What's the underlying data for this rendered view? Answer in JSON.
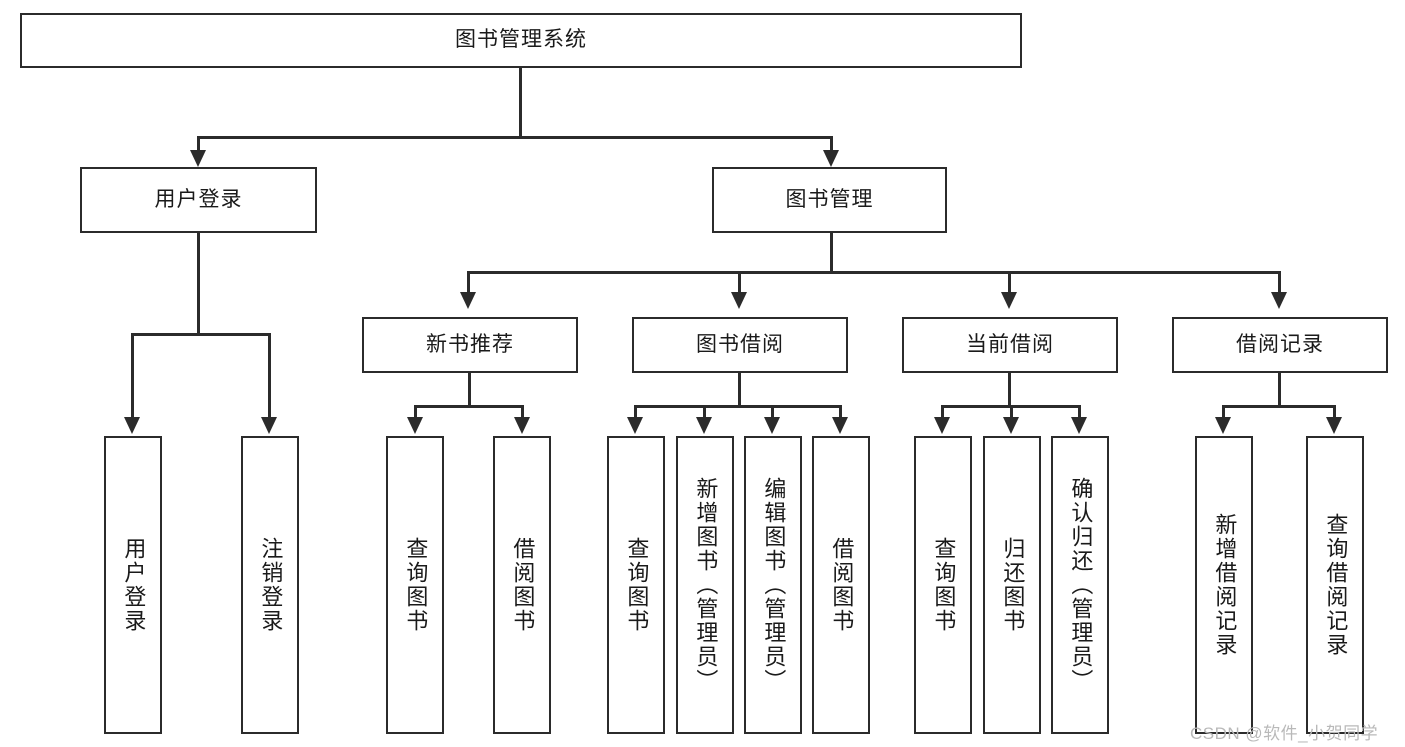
{
  "diagram": {
    "title": "图书管理系统",
    "type": "hierarchy-tree",
    "root": {
      "id": "root",
      "label": "图书管理系统"
    },
    "level2": [
      {
        "id": "user-login",
        "label": "用户登录"
      },
      {
        "id": "book-manage",
        "label": "图书管理"
      }
    ],
    "level3": [
      {
        "id": "new-book-rec",
        "label": "新书推荐"
      },
      {
        "id": "book-borrow",
        "label": "图书借阅"
      },
      {
        "id": "current-borrow",
        "label": "当前借阅"
      },
      {
        "id": "borrow-record",
        "label": "借阅记录"
      }
    ],
    "leaves": {
      "user_login": [
        {
          "id": "leaf-user-login",
          "label": "用户登录"
        },
        {
          "id": "leaf-logout-login",
          "label": "注销登录"
        }
      ],
      "new_book_rec": [
        {
          "id": "leaf-query-book-1",
          "label": "查询图书"
        },
        {
          "id": "leaf-borrow-book-1",
          "label": "借阅图书"
        }
      ],
      "book_borrow": [
        {
          "id": "leaf-query-book-2",
          "label": "查询图书"
        },
        {
          "id": "leaf-add-book",
          "label": "新增图书（管理员）"
        },
        {
          "id": "leaf-edit-book",
          "label": "编辑图书（管理员）"
        },
        {
          "id": "leaf-borrow-book-2",
          "label": "借阅图书"
        }
      ],
      "current_borrow": [
        {
          "id": "leaf-query-book-3",
          "label": "查询图书"
        },
        {
          "id": "leaf-return-book",
          "label": "归还图书"
        },
        {
          "id": "leaf-confirm-return",
          "label": "确认归还（管理员）"
        }
      ],
      "borrow_record": [
        {
          "id": "leaf-add-record",
          "label": "新增借阅记录"
        },
        {
          "id": "leaf-query-record",
          "label": "查询借阅记录"
        }
      ]
    },
    "watermark": "CSDN @软件_小贺同学",
    "colors": {
      "stroke": "#2b2b2b",
      "fill": "#ffffff",
      "text": "#1a1a1a",
      "watermark": "#b9b9b9"
    }
  }
}
